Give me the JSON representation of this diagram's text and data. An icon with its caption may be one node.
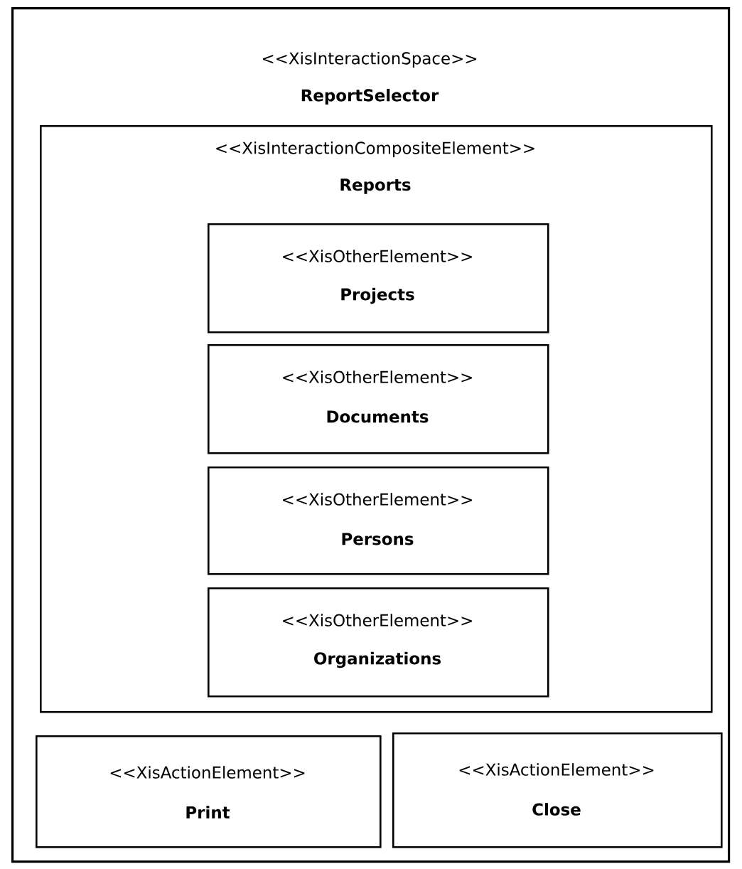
{
  "diagram": {
    "nodes": [
      {
        "text": [
          "<<XisInteractionSpace>>",
          "ReportSelector"
        ]
      },
      {
        "text": [
          "<<XisInteractionCompositeElement>>",
          "Reports"
        ],
        "in": 0
      },
      {
        "text": [
          "<<XisOtherElement>>",
          "Projects"
        ],
        "in": 1
      },
      {
        "text": [
          "<<XisOtherElement>>",
          "Documents"
        ],
        "in": 1
      },
      {
        "text": [
          "<<XisOtherElement>>",
          "Persons"
        ],
        "in": 1
      },
      {
        "text": [
          "<<XisOtherElement>>",
          "Organizations"
        ],
        "in": 1
      },
      {
        "text": [
          "<<XisActionElement>>",
          "Print"
        ],
        "in": 0
      },
      {
        "text": [
          "<<XisActionElement>>",
          "Close"
        ],
        "in": 0
      }
    ]
  }
}
